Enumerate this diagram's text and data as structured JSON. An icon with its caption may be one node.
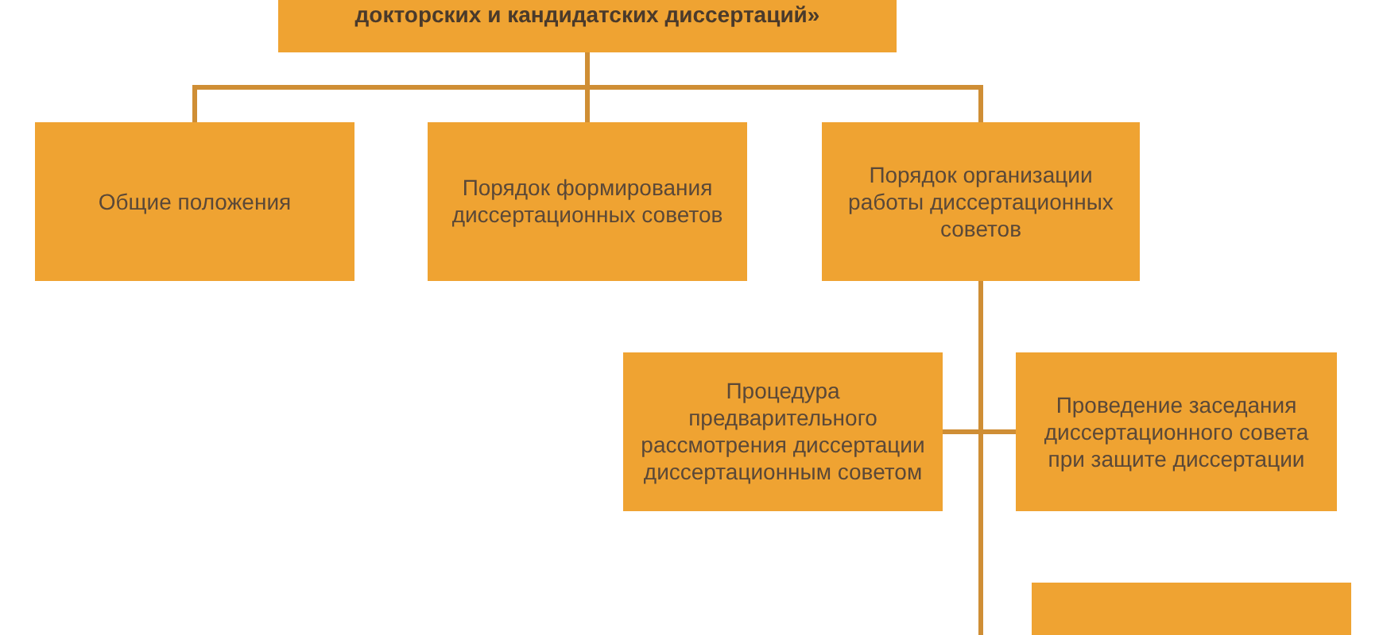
{
  "diagram": {
    "nodes": [
      {
        "text": [
          "докторских и кандидатских диссертаций»"
        ]
      },
      {
        "text": [
          "Общие положения"
        ]
      },
      {
        "text": [
          "Порядок формирования диссертационных советов"
        ]
      },
      {
        "text": [
          "Порядок организации работы диссертационных советов"
        ]
      },
      {
        "text": [
          "Процедура предварительного рассмотрения диссертации диссертационным советом"
        ]
      },
      {
        "text": [
          "Проведение заседания диссертационного совета при защите диссертации"
        ]
      },
      {
        "text": [],
        "shape": "box"
      }
    ],
    "edges": [
      {
        "from": 0,
        "to": 1,
        "arrow": "none"
      },
      {
        "from": 0,
        "to": 2,
        "arrow": "none"
      },
      {
        "from": 0,
        "to": 3,
        "arrow": "none"
      },
      {
        "from": 3,
        "to": 4,
        "arrow": "none"
      },
      {
        "from": 3,
        "to": 5,
        "arrow": "none"
      },
      {
        "from": 3,
        "to": null,
        "arrow": "none"
      }
    ]
  }
}
